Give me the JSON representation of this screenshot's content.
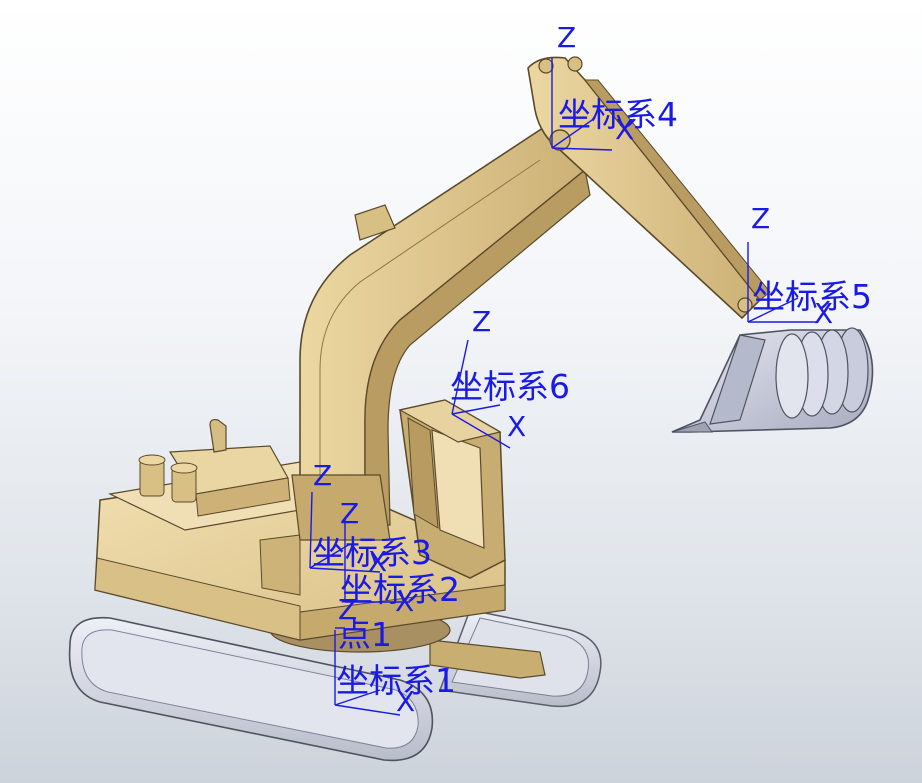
{
  "scene": {
    "subject": "excavator-assembly",
    "colors": {
      "body": "#e4cd96",
      "body_shade": "#c9ae72",
      "body_dark": "#8e7748",
      "track": "#d3d6e0",
      "track_dark": "#9ea3b3",
      "bucket": "#cfd2e2",
      "annotation": "#1a1ae6"
    }
  },
  "annotations": {
    "csys1": "坐标系1",
    "csys2": "坐标系2",
    "csys3": "坐标系3",
    "csys4": "坐标系4",
    "csys5": "坐标系5",
    "csys6": "坐标系6",
    "point1": "点1",
    "axis_z": "Z",
    "axis_x": "X"
  }
}
